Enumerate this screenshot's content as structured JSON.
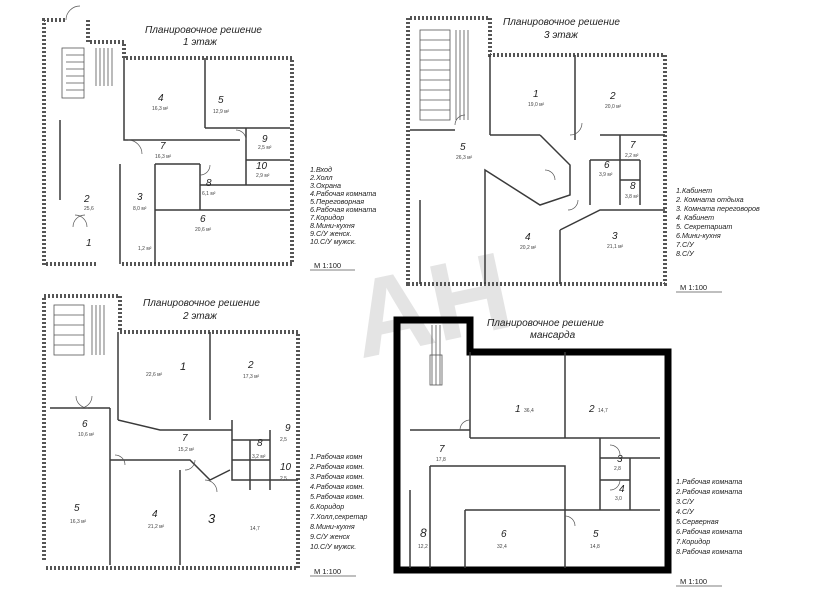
{
  "plans": {
    "floor1": {
      "title_l1": "Планировочное решение",
      "title_l2": "1 этаж",
      "rooms": [
        {
          "num": "1",
          "area": ""
        },
        {
          "num": "2",
          "area": "25,6"
        },
        {
          "num": "3",
          "area": "8,0 м²"
        },
        {
          "num": "4",
          "area": "16,3 м²"
        },
        {
          "num": "5",
          "area": "12,9 м²"
        },
        {
          "num": "6",
          "area": "20,6 м²"
        },
        {
          "num": "7",
          "area": "16,3 м²"
        },
        {
          "num": "8",
          "area": "6,1 м²"
        },
        {
          "num": "9",
          "area": "2,5 м²"
        },
        {
          "num": "10",
          "area": "2,9 м²"
        }
      ],
      "extra_area": "1,2 м²",
      "legend": [
        "1.Вход",
        "2.Холл",
        "3.Охрана",
        "4.Рабочая комната",
        "5.Переговорная",
        "6.Рабочая комната",
        "7.Коридор",
        "8.Мини-кухня",
        "9.С/У женск.",
        "10.С/У мужск."
      ],
      "scale": "М 1:100"
    },
    "floor2": {
      "title_l1": "Планировочное решение",
      "title_l2": "2 этаж",
      "rooms": [
        {
          "num": "1",
          "area": "22,6 м²"
        },
        {
          "num": "2",
          "area": "17,3 м²"
        },
        {
          "num": "3",
          "area": "14,7"
        },
        {
          "num": "4",
          "area": "21,2 м²"
        },
        {
          "num": "5",
          "area": "16,3 м²"
        },
        {
          "num": "6",
          "area": "10,6 м²"
        },
        {
          "num": "7",
          "area": "15,2 м²"
        },
        {
          "num": "8",
          "area": "3,2 м²"
        },
        {
          "num": "9",
          "area": "2,5"
        },
        {
          "num": "10",
          "area": "2,5"
        }
      ],
      "legend": [
        "1.Рабочая комн",
        "2.Рабочая комн.",
        "3.Рабочая комн.",
        "4.Рабочая комн.",
        "5.Рабочая комн.",
        "6.Коридор",
        "7.Холл,секретар",
        "8.Мини-кухня",
        "9.С/У женск",
        "10.С/У мужск."
      ],
      "scale": "М 1:100"
    },
    "floor3": {
      "title_l1": "Планировочное решение",
      "title_l2": "3 этаж",
      "rooms": [
        {
          "num": "1",
          "area": "19,0 м²"
        },
        {
          "num": "2",
          "area": "20,0 м²"
        },
        {
          "num": "3",
          "area": "21,1 м²"
        },
        {
          "num": "4",
          "area": "20,2 м²"
        },
        {
          "num": "5",
          "area": "26,3 м²"
        },
        {
          "num": "6",
          "area": "3,9 м²"
        },
        {
          "num": "7",
          "area": "2,2 м²"
        },
        {
          "num": "8",
          "area": "3,8 м²"
        }
      ],
      "legend": [
        "1.Кабинет",
        "2. Комната отдыха",
        "3. Комната переговоров",
        "4. Кабинет",
        "5. Секретариат",
        "6.Мини-кухня",
        "7.С/У",
        "8.С/У"
      ],
      "scale": "М 1:100"
    },
    "attic": {
      "title_l1": "Планировочное решение",
      "title_l2": "мансарда",
      "rooms": [
        {
          "num": "1",
          "area": "36,4"
        },
        {
          "num": "2",
          "area": "14,7"
        },
        {
          "num": "3",
          "area": "2,8"
        },
        {
          "num": "4",
          "area": "3,0"
        },
        {
          "num": "5",
          "area": "14,8"
        },
        {
          "num": "6",
          "area": "32,4"
        },
        {
          "num": "7",
          "area": "17,8"
        },
        {
          "num": "8",
          "area": "12,2"
        }
      ],
      "legend": [
        "1.Рабочая комната",
        "2.Рабочая комната",
        "3.С/У",
        "4.С/У",
        "5.Серверная",
        "6.Рабочая комната",
        "7.Коридор",
        "8.Рабочая комната"
      ],
      "scale": "М 1:100"
    }
  },
  "watermark": "АН",
  "colors": {
    "ink": "#2a2a2a",
    "paper": "#ffffff",
    "watermark": "#cfcfcf"
  }
}
